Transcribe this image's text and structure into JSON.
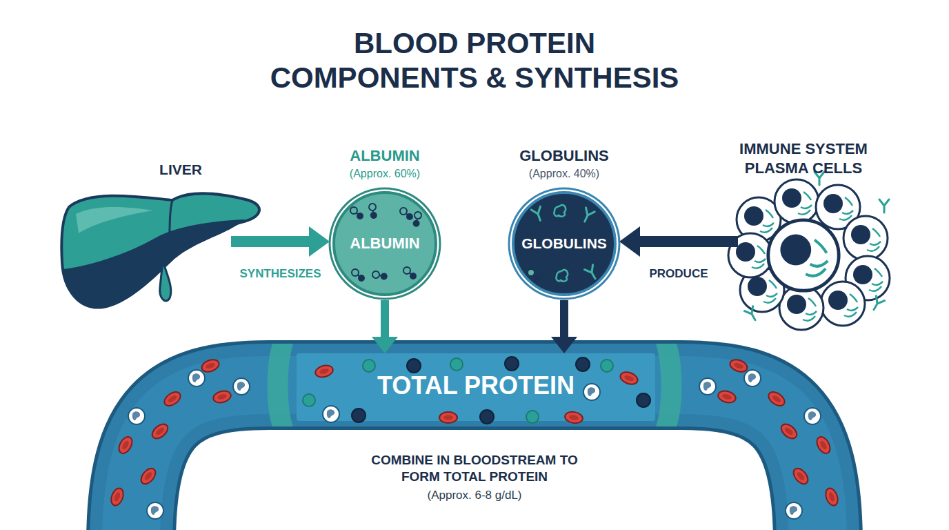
{
  "diagram": {
    "title": "BLOOD PROTEIN COMPONENTS & SYNTHESIS",
    "nodes": [
      {
        "text": [
          "LIVER"
        ]
      },
      {
        "text": [
          "ALBUMIN",
          "(Approx. 60%)",
          "ALBUMIN"
        ]
      },
      {
        "text": [
          "GLOBULINS",
          "(Approx. 40%)",
          "GLOBULINS"
        ]
      },
      {
        "text": [
          "IMMUNE SYSTEM PLASMA CELLS"
        ]
      },
      {
        "text": [
          "COMBINE IN BLOODSTREAM TO FORM TOTAL PROTEIN",
          "(Approx. 6-8 g/dL)"
        ]
      },
      {
        "text": [
          "TOTAL PROTEIN"
        ],
        "in": 4
      }
    ],
    "edges": [
      {
        "from": 0,
        "to": 1,
        "arrow": "to",
        "label": "SYNTHESIZES"
      },
      {
        "from": 3,
        "to": 2,
        "arrow": "to",
        "label": "PRODUCE"
      },
      {
        "from": 1,
        "to": 5,
        "arrow": "to"
      },
      {
        "from": 2,
        "to": 5,
        "arrow": "to"
      }
    ]
  }
}
